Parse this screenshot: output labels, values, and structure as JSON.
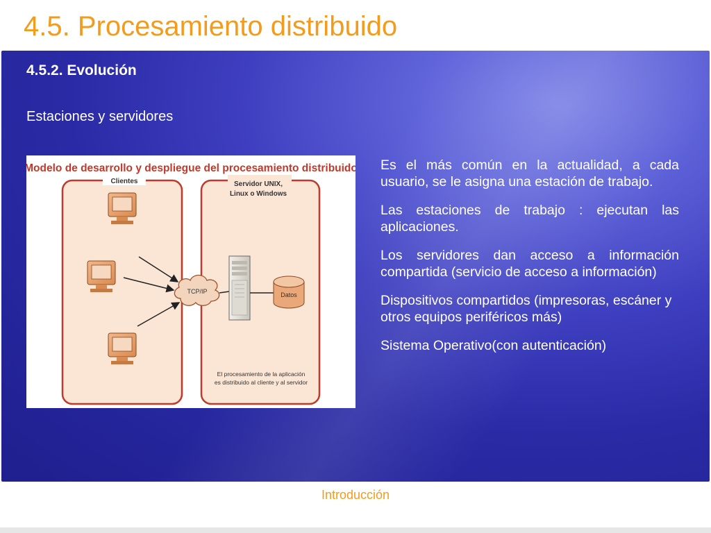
{
  "slide": {
    "title": "4.5. Procesamiento distribuido",
    "subtitle": "4.5.2. Evolución",
    "section": "Estaciones y servidores",
    "footer": "Introducción"
  },
  "figure": {
    "caption_title": "Modelo de desarrollo y despliegue del procesamiento distribuido",
    "clients_label": "Clientes",
    "server_label_line1": "Servidor UNIX,",
    "server_label_line2": "Linux o Windows",
    "network_label": "TCP/IP",
    "db_label": "Datos",
    "note_line1": "El procesamiento de la aplicación",
    "note_line2": "es distribuido al cliente y al servidor"
  },
  "bullets": [
    "Es el más común en la actualidad, a cada usuario, se le asigna una estación de trabajo.",
    "Las estaciones de trabajo : ejecutan las aplicaciones.",
    "Los servidores dan acceso a información compartida (servicio de acceso a información)",
    "Dispositivos compartidos (impresoras, escáner y otros equipos periféricos más)",
    "Sistema Operativo(con autenticación)"
  ],
  "colors": {
    "title_orange": "#f39b1e",
    "panel_blue": "#2a2aa6",
    "figure_red": "#c0392b",
    "figure_peach": "#fbe6d6"
  }
}
